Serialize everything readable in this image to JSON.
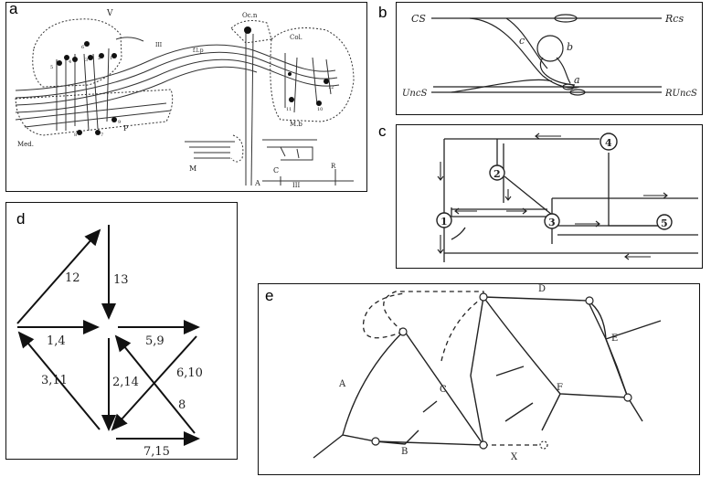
{
  "panels": {
    "a": {
      "label": "a",
      "texts": [
        "V",
        "Oc.n",
        "III",
        "Col.",
        "f.l.p",
        "M.b",
        "Med.",
        "P",
        "M",
        "C",
        "A",
        "III",
        "R"
      ],
      "numbers": [
        "6",
        "5",
        "4",
        "3",
        "2",
        "1",
        "7",
        "8",
        "9",
        "11",
        "10",
        "12"
      ]
    },
    "b": {
      "label": "b",
      "texts": [
        "CS",
        "Rcs",
        "UncS",
        "RUncS",
        "a",
        "b",
        "c"
      ]
    },
    "c": {
      "label": "c",
      "nodes": [
        "1",
        "2",
        "3",
        "4",
        "5"
      ]
    },
    "d": {
      "label": "d",
      "edges": [
        "12",
        "13",
        "1,4",
        "5,9",
        "3,11",
        "2,14",
        "6,10",
        "8",
        "7,15"
      ]
    },
    "e": {
      "label": "e",
      "texts": [
        "A",
        "B",
        "C",
        "D",
        "E",
        "F",
        "X"
      ]
    }
  }
}
